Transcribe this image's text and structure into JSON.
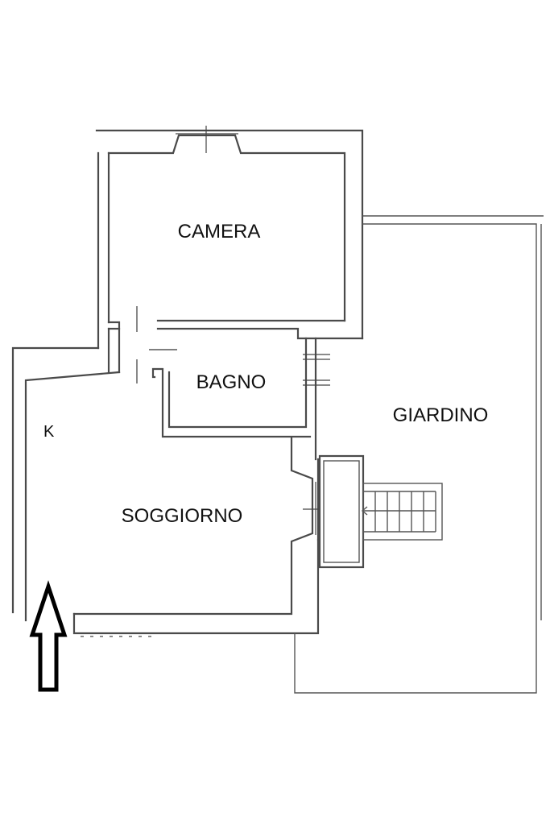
{
  "rooms": {
    "camera": "CAMERA",
    "bagno": "BAGNO",
    "giardino": "GIARDINO",
    "soggiorno": "SOGGIORNO"
  },
  "markers": {
    "k": "K"
  },
  "entrance_arrow": {
    "direction": "up",
    "icon": "arrow-up-icon"
  },
  "colors": {
    "wall": "#4a4a4a",
    "background": "#ffffff",
    "arrow": "#000000"
  }
}
